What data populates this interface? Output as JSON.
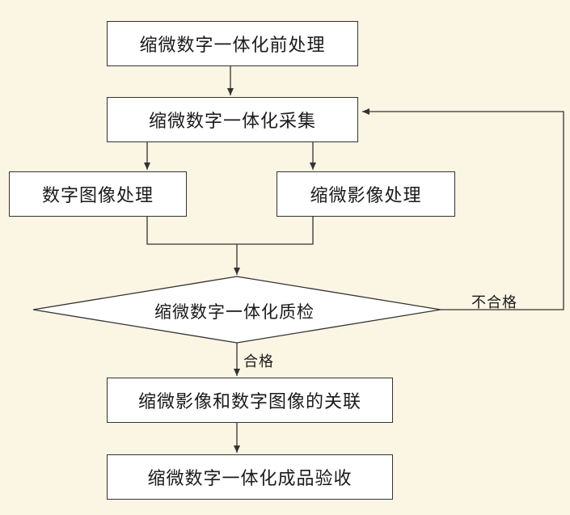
{
  "colors": {
    "background": "#fbf5e3",
    "box_fill": "#ffffff",
    "stroke": "#333333"
  },
  "nodes": {
    "preprocess": "缩微数字一体化前处理",
    "capture": "缩微数字一体化采集",
    "digital_processing": "数字图像处理",
    "micro_processing": "缩微影像处理",
    "quality_check": "缩微数字一体化质检",
    "association": "缩微影像和数字图像的关联",
    "acceptance": "缩微数字一体化成品验收"
  },
  "edge_labels": {
    "pass": "合格",
    "fail": "不合格"
  }
}
